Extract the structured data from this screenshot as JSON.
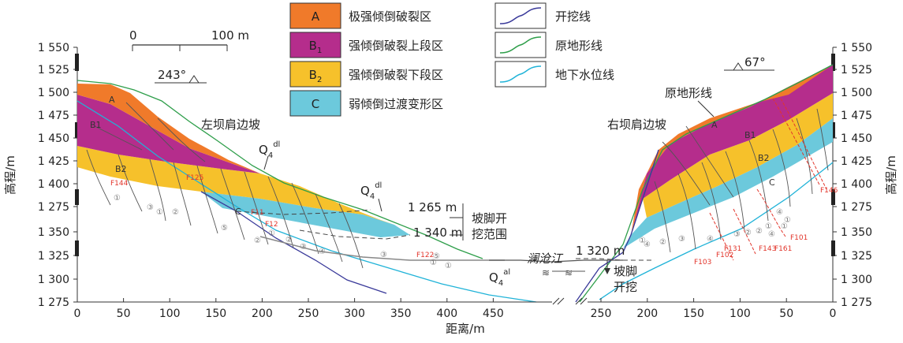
{
  "legend": {
    "zones": [
      {
        "code": "A",
        "sub": "",
        "label": "极强倾倒破裂区",
        "color": "#f07a2a"
      },
      {
        "code": "B",
        "sub": "1",
        "label": "强倾倒破裂上段区",
        "color": "#b52d8c"
      },
      {
        "code": "B",
        "sub": "2",
        "label": "强倾倒破裂下段区",
        "color": "#f6c12b"
      },
      {
        "code": "C",
        "sub": "",
        "label": "弱倾倒过渡变形区",
        "color": "#6cc9dc"
      }
    ],
    "lines": [
      {
        "label": "开挖线",
        "color": "#3a3a9a"
      },
      {
        "label": "原地形线",
        "color": "#2e9e4a"
      },
      {
        "label": "地下水位线",
        "color": "#20b3d8"
      }
    ]
  },
  "scale_bar": {
    "start": "0",
    "end": "100 m"
  },
  "orientation": {
    "left": "243°",
    "right": "67°"
  },
  "left_axis": {
    "label": "高程/m",
    "ticks": [
      "1 550",
      "1 525",
      "1 500",
      "1 475",
      "1 450",
      "1 425",
      "1 400",
      "1 275",
      "1 350",
      "1 325",
      "1 300",
      "1 275"
    ]
  },
  "right_axis": {
    "label": "高程/m",
    "ticks": [
      "1 550",
      "1 525",
      "1 500",
      "1 475",
      "1 450",
      "1 425",
      "1 400",
      "1 275",
      "1 350",
      "1 325",
      "1 300",
      "1 275"
    ]
  },
  "x_axis": {
    "label": "距离/m",
    "left_ticks": [
      "0",
      "50",
      "100",
      "150",
      "200",
      "250",
      "300",
      "350",
      "400",
      "450"
    ],
    "right_ticks": [
      "250",
      "200",
      "150",
      "100",
      "50",
      "0"
    ]
  },
  "annotations": {
    "left_slope": "左坝肩边坡",
    "right_slope": "右坝肩边坡",
    "terrain": "原地形线",
    "q4dl_left_base": "Q",
    "q4dl_left_sup": "dl",
    "q4dl_left_sub": "4",
    "q4dl_mid_base": "Q",
    "q4dl_mid_sup": "dl",
    "q4dl_mid_sub": "4",
    "q4al_base": "Q",
    "q4al_sup": "al",
    "q4al_sub": "4",
    "elev_1265": "1 265 m",
    "elev_1340": "1 340 m",
    "elev_1320": "1 320 m",
    "toe_excavation_range_1": "坡脚开",
    "toe_excavation_range_2": "挖范围",
    "river": "澜沧江",
    "toe_excavation_1": "坡脚",
    "toe_excavation_2": "开挖"
  },
  "zone_labels": {
    "left": {
      "A": "A",
      "B1": "B1",
      "B2": "B2",
      "C": "C"
    },
    "right": {
      "A": "A",
      "B1": "B1",
      "B2": "B2",
      "C": "C"
    }
  },
  "faults": {
    "left": [
      "F144",
      "F125",
      "F11",
      "F12",
      "F122"
    ],
    "right": [
      "F146",
      "F101",
      "F103",
      "F102",
      "F131",
      "F143",
      "F161"
    ]
  },
  "rock_units": {
    "left": [
      "①",
      "③",
      "①",
      "②",
      "⑤",
      "②",
      "①",
      "②",
      "③",
      "④",
      "③",
      "①",
      "⑤",
      "①"
    ],
    "right": [
      "①",
      "④",
      "②",
      "③",
      "④",
      "③",
      "②",
      "②",
      "①",
      "④",
      "④",
      "①",
      "①"
    ]
  }
}
